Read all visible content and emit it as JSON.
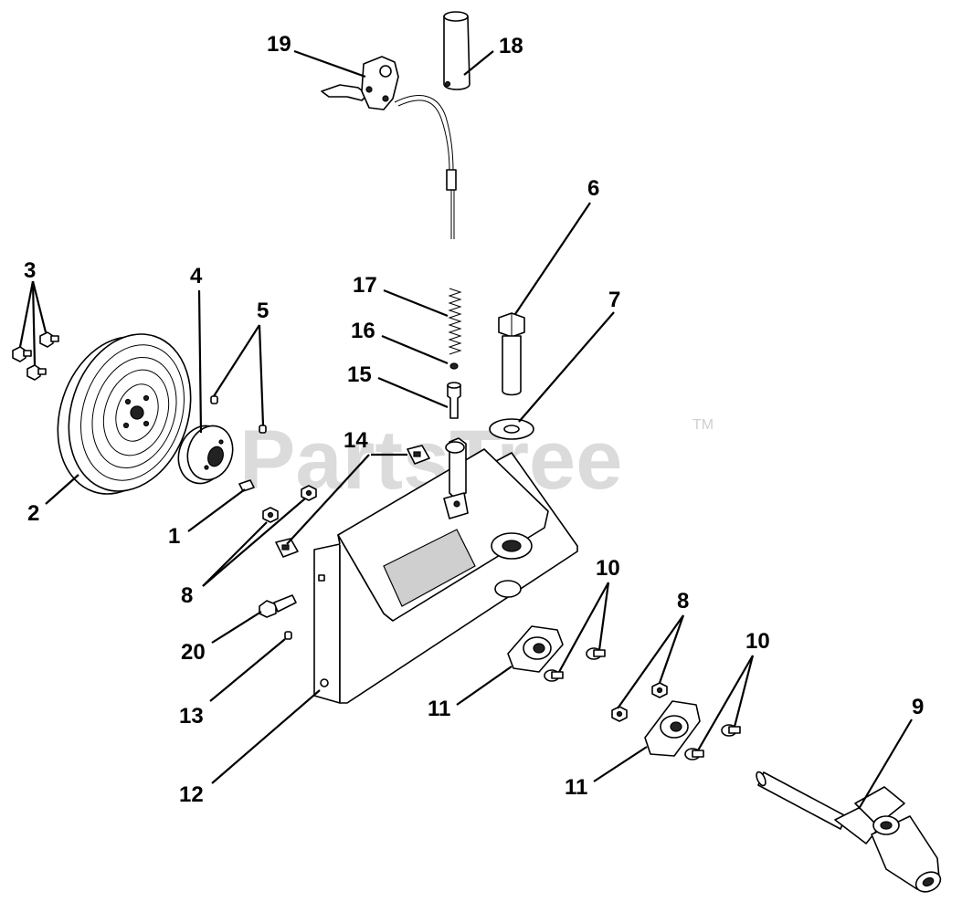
{
  "watermark": {
    "text": "PartsTree",
    "tm": "TM"
  },
  "callouts": {
    "c1": "1",
    "c2": "2",
    "c3": "3",
    "c4": "4",
    "c5": "5",
    "c6": "6",
    "c7": "7",
    "c8a": "8",
    "c8b": "8",
    "c9": "9",
    "c10a": "10",
    "c10b": "10",
    "c11a": "11",
    "c11b": "11",
    "c12": "12",
    "c13": "13",
    "c14": "14",
    "c15": "15",
    "c16": "16",
    "c17": "17",
    "c18": "18",
    "c19": "19",
    "c20": "20"
  }
}
